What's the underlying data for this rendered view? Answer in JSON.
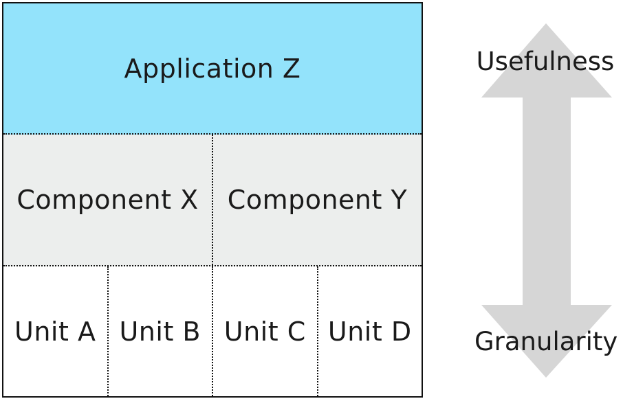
{
  "layers": {
    "application": {
      "label": "Application Z"
    },
    "components": [
      {
        "label": "Component X"
      },
      {
        "label": "Component Y"
      }
    ],
    "units": [
      {
        "label": "Unit A"
      },
      {
        "label": "Unit B"
      },
      {
        "label": "Unit C"
      },
      {
        "label": "Unit D"
      }
    ]
  },
  "axis": {
    "top_label": "Usefulness",
    "bottom_label": "Granularity"
  },
  "colors": {
    "application_fill": "#93e3fb",
    "component_fill": "#eceeed",
    "unit_fill": "#ffffff",
    "arrow_fill": "#d6d6d6",
    "border": "#111111"
  }
}
